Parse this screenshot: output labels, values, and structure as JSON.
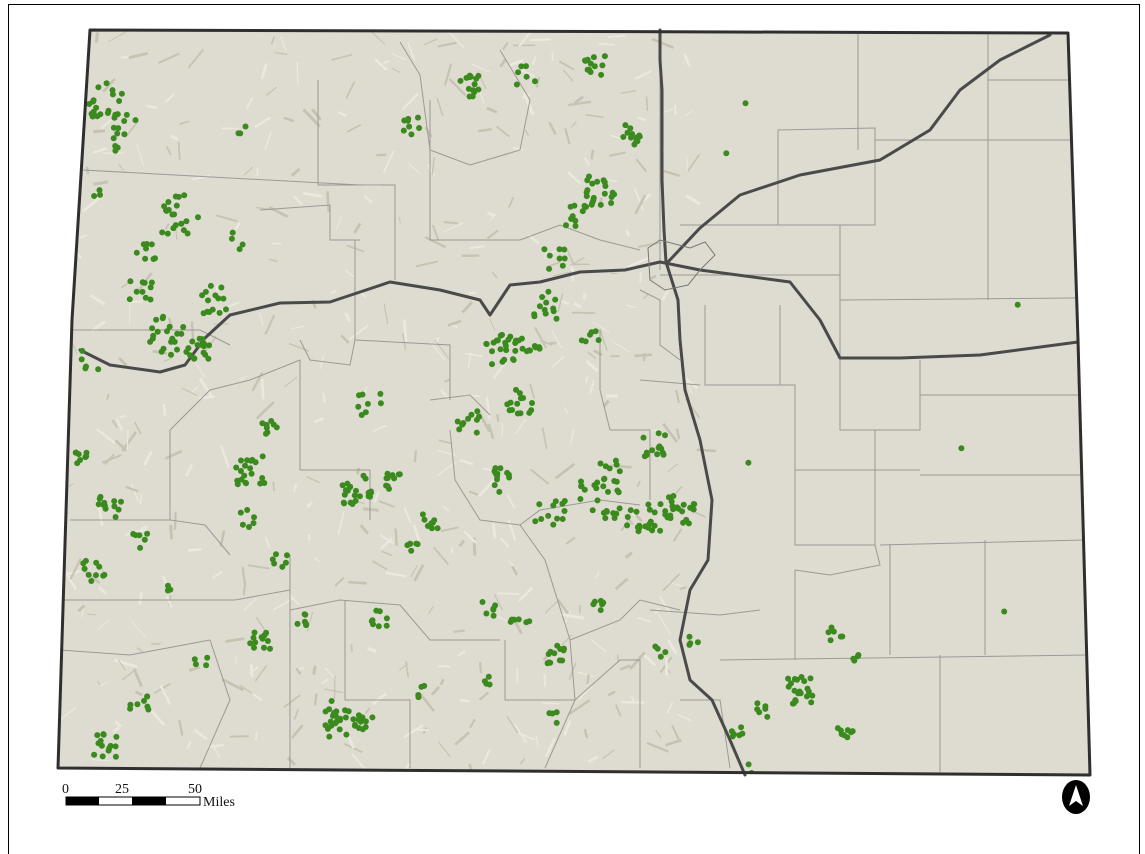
{
  "scale_bar": {
    "ticks": [
      "0",
      "25",
      "50"
    ],
    "unit": "Miles"
  },
  "north_arrow": {
    "icon": "north-arrow-icon"
  },
  "colors": {
    "land": "#dedbd0",
    "relief": "#c9c5b6",
    "points": "#3a8a1e",
    "boundary": "#2f2f2f",
    "roads": "#4a4a4a",
    "county_lines": "#9a9a96"
  }
}
